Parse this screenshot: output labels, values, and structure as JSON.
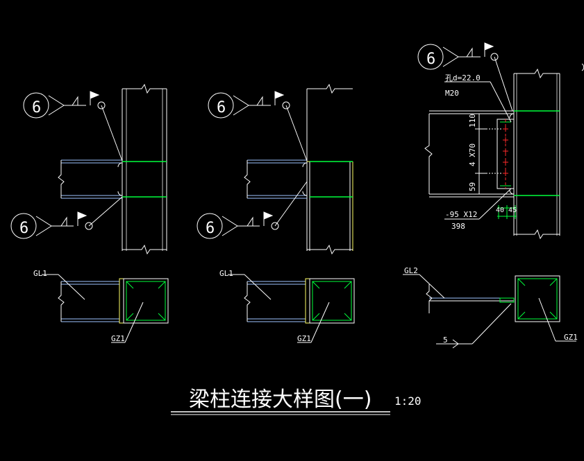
{
  "colors": {
    "background": "#000000",
    "column": "#ffffff",
    "beam": "#9ec3ff",
    "flange": "#00ff3c",
    "plate": "#ffff66",
    "leader": "#ffffff",
    "bolt": "#ff2a2a",
    "dimension": "#ffffff",
    "text": "#ffffff"
  },
  "weld_symbol": {
    "number": "6"
  },
  "details": {
    "d1": {
      "beam_label": "GL1",
      "column_label": "GZ1"
    },
    "d2": {
      "beam_label": "GL1",
      "column_label": "GZ1"
    },
    "d3": {
      "beam_label": "GL2",
      "column_label": "GZ1",
      "hole_note": "孔d=22.0",
      "bolt_note": "M20",
      "dim_top": "110",
      "dim_mid": "4 X70",
      "dim_bottom": "59",
      "dim_right": "40 45",
      "plate_note": "-95 X12",
      "length_note": "398",
      "weld_tag": "5"
    }
  },
  "title": {
    "text": "梁柱连接大样图(一)",
    "scale": "1:20"
  }
}
